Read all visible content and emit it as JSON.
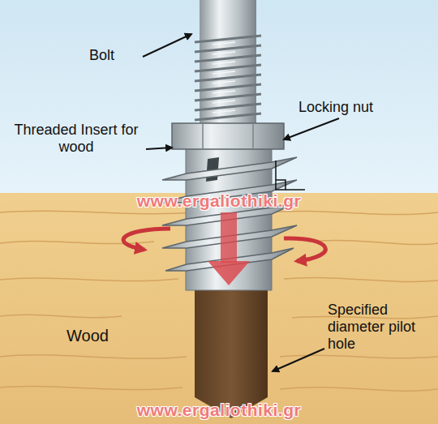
{
  "diagram": {
    "labels": [
      "Bolt",
      "Locking nut",
      "Threaded Insert for wood",
      "www.ergaliothiki.gr",
      "Wood",
      "Specified diameter pilot hole",
      "www.ergaliothiki.gr"
    ]
  }
}
